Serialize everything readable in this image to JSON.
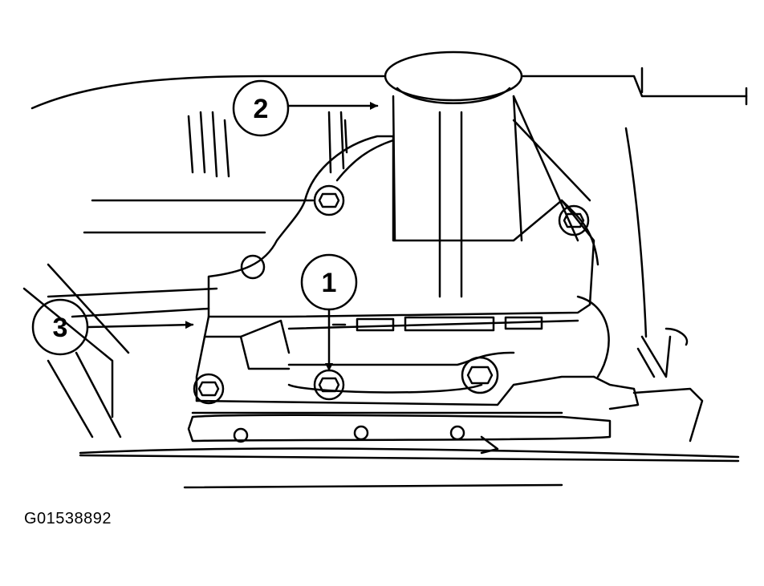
{
  "figure_id": "G01538892",
  "callouts": [
    {
      "label": "1"
    },
    {
      "label": "2"
    },
    {
      "label": "3"
    }
  ]
}
